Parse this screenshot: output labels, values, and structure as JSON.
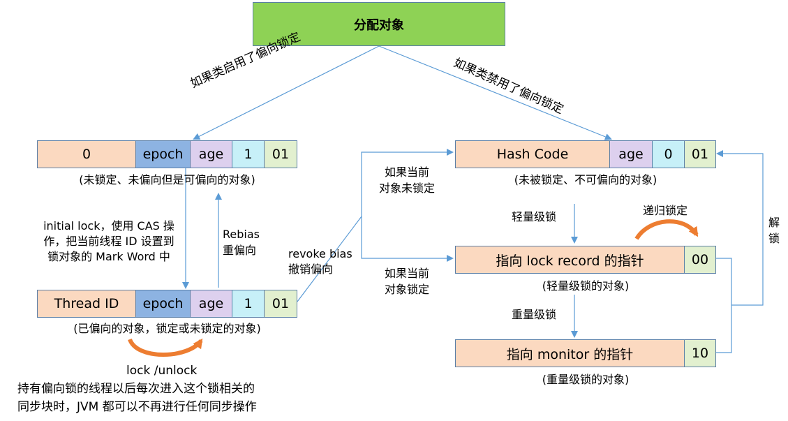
{
  "title": "分配对象",
  "branches": {
    "enabled": "如果类启用了偏向锁定",
    "disabled": "如果类禁用了偏向锁定"
  },
  "biasable": {
    "cells": [
      "0",
      "epoch",
      "age",
      "1",
      "01"
    ],
    "caption": "(未锁定、未偏向但是可偏向的对象)"
  },
  "biased": {
    "cells": [
      "Thread ID",
      "epoch",
      "age",
      "1",
      "01"
    ],
    "caption": "(已偏向的对象，锁定或未锁定的对象)"
  },
  "unbiasable": {
    "cells": [
      "Hash Code",
      "age",
      "0",
      "01"
    ],
    "caption": "(未被锁定、不可偏向的对象)"
  },
  "lightweight": {
    "cells": [
      "指向 lock record 的指针",
      "00"
    ],
    "caption": "(轻量级锁的对象)"
  },
  "heavyweight": {
    "cells": [
      "指向 monitor 的指针",
      "10"
    ],
    "caption": "(重量级锁的对象)"
  },
  "edges": {
    "initial_lock": [
      "initial lock，使用 CAS 操",
      "作，把当前线程 ID 设置到",
      "锁对象的 Mark Word 中"
    ],
    "rebias": [
      "Rebias",
      "重偏向"
    ],
    "revoke": [
      "revoke bias",
      "撤销偏向"
    ],
    "unlocked": [
      "如果当前",
      "对象未锁定"
    ],
    "locked": [
      "如果当前",
      "对象锁定"
    ],
    "lightweight_lock": "轻量级锁",
    "recursive": "递归锁定",
    "heavyweight_lock": "重量级锁",
    "unlock": [
      "解",
      "锁"
    ],
    "lock_unlock": "lock /unlock",
    "note": [
      "持有偏向锁的线程以后每次进入这个锁相关的",
      "同步块时，JVM 都可以不再进行任何同步操作"
    ]
  },
  "colors": {
    "title_fill": "#8ed255",
    "line": "#5b9bd5",
    "curved_arrow": "#ed7d31",
    "peach": "#fbd9c0",
    "epoch_blue": "#8db3e2",
    "age_purple": "#ddd0ee",
    "bit_cyan": "#c7f0f8",
    "bits_green": "#e2f0cf"
  }
}
